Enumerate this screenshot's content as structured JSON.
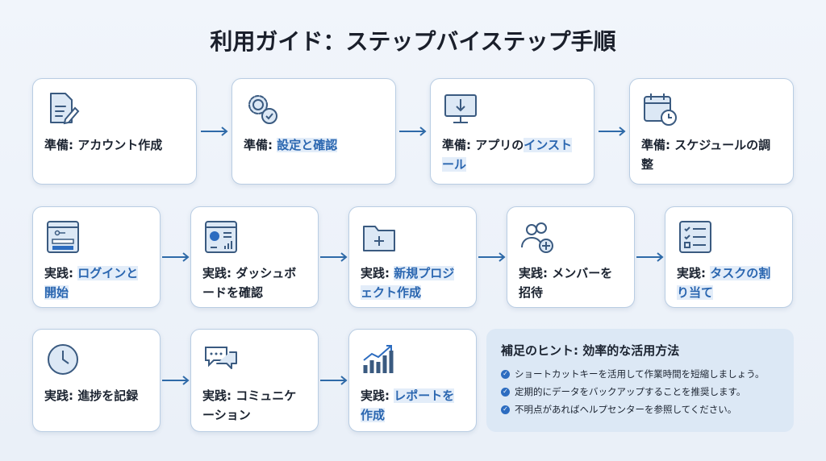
{
  "title": "利用ガイド：ステップバイステップ手順",
  "steps": [
    {
      "prefix": "準備: ",
      "highlight": "",
      "text": "アカウント作成",
      "icon": "document-edit-icon"
    },
    {
      "prefix": "準備: ",
      "highlight": "設定と確認",
      "text": "",
      "icon": "gear-check-icon"
    },
    {
      "prefix": "準備: ",
      "highlight": "",
      "text": "アプリの",
      "highlight2": "インストール",
      "icon": "monitor-download-icon"
    },
    {
      "prefix": "準備: ",
      "highlight": "",
      "text": "スケジュールの調整",
      "icon": "calendar-clock-icon"
    },
    {
      "prefix": "実践: ",
      "highlight": "ログインと開始",
      "text": "",
      "icon": "login-window-icon"
    },
    {
      "prefix": "実践: ",
      "highlight": "",
      "text": "ダッシュボードを確認",
      "icon": "dashboard-icon"
    },
    {
      "prefix": "実践: ",
      "highlight": "新規プロジェクト作成",
      "text": "",
      "icon": "folder-plus-icon"
    },
    {
      "prefix": "実践: ",
      "highlight": "",
      "text": "メンバーを招待",
      "icon": "users-add-icon"
    },
    {
      "prefix": "実践: ",
      "highlight": "タスクの割り当て",
      "text": "",
      "icon": "checklist-icon"
    },
    {
      "prefix": "実践: ",
      "highlight": "",
      "text": "進捗を記録",
      "icon": "clock-icon"
    },
    {
      "prefix": "実践: ",
      "highlight": "",
      "text": "コミュニケーション",
      "icon": "chat-icon"
    },
    {
      "prefix": "実践: ",
      "highlight": "レポートを作成",
      "text": "",
      "icon": "chart-growth-icon"
    }
  ],
  "hints": {
    "title": "補足のヒント: 効率的な活用方法",
    "items": [
      "ショートカットキーを活用して作業時間を短縮しましょう。",
      "定期的にデータをバックアップすることを推奨します。",
      "不明点があればヘルプセンターを参照してください。"
    ]
  }
}
